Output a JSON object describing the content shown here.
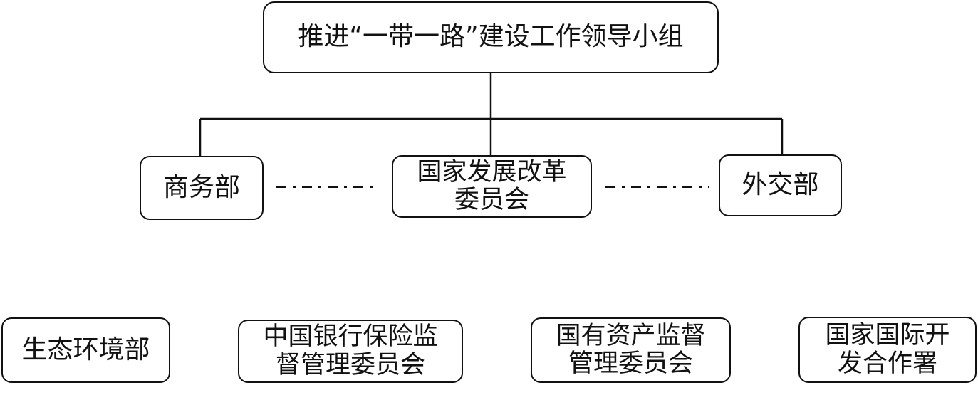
{
  "diagram": {
    "top": {
      "label": "推进“一带一路”建设工作领导小组"
    },
    "middle": [
      {
        "id": "commerce",
        "lines": [
          "商务部"
        ]
      },
      {
        "id": "ndrc",
        "lines": [
          "国家发展改革",
          "委员会"
        ]
      },
      {
        "id": "foreign",
        "lines": [
          "外交部"
        ]
      }
    ],
    "bottom": [
      {
        "id": "ecology",
        "lines": [
          "生态环境部"
        ]
      },
      {
        "id": "cbirc",
        "lines": [
          "中国银行保险监",
          "督管理委员会"
        ]
      },
      {
        "id": "sasac",
        "lines": [
          "国有资产监督",
          "管理委员会"
        ]
      },
      {
        "id": "cidca",
        "lines": [
          "国家国际开",
          "发合作署"
        ]
      }
    ]
  }
}
